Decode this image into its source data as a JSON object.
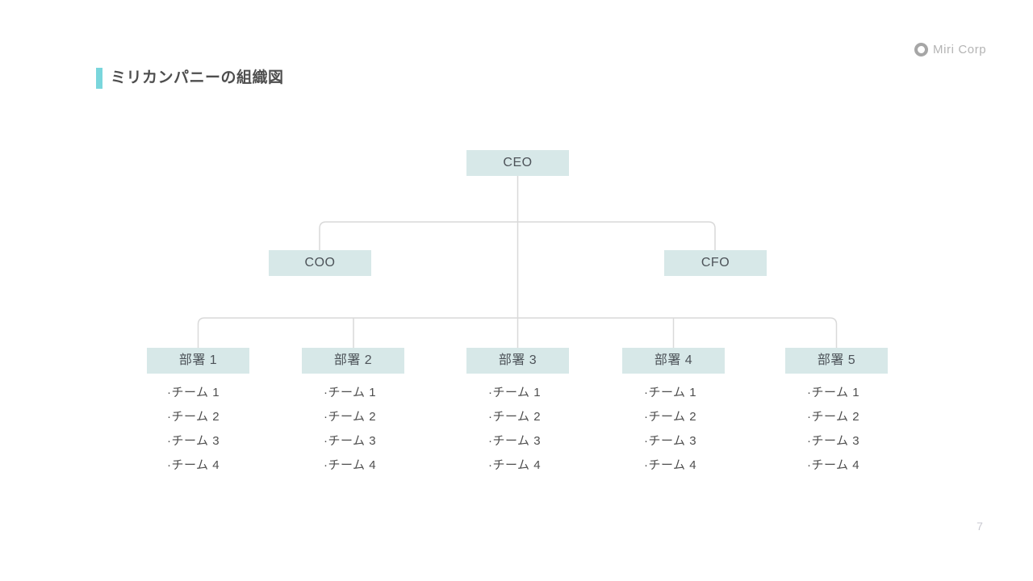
{
  "brand": {
    "name": "Miri Corp",
    "logo_icon": "ring-circle-icon"
  },
  "slide": {
    "title": "ミリカンパニーの組織図",
    "page_number": "7",
    "accent_color": "#7ad6dc"
  },
  "org_chart": {
    "type": "org-tree",
    "root": {
      "label": "CEO"
    },
    "executives": [
      {
        "label": "COO"
      },
      {
        "label": "CFO"
      }
    ],
    "departments": [
      {
        "label": "部署 1",
        "teams": [
          "·チーム 1",
          "·チーム 2",
          "·チーム 3",
          "·チーム 4"
        ]
      },
      {
        "label": "部署 2",
        "teams": [
          "·チーム 1",
          "·チーム 2",
          "·チーム 3",
          "·チーム 4"
        ]
      },
      {
        "label": "部署 3",
        "teams": [
          "·チーム 1",
          "·チーム 2",
          "·チーム 3",
          "·チーム 4"
        ]
      },
      {
        "label": "部署 4",
        "teams": [
          "·チーム 1",
          "·チーム 2",
          "·チーム 3",
          "·チーム 4"
        ]
      },
      {
        "label": "部署 5",
        "teams": [
          "·チーム 1",
          "·チーム 2",
          "·チーム 3",
          "·チーム 4"
        ]
      }
    ],
    "colors": {
      "box_fill": "#d7e8e8",
      "connector": "#d9d9d9"
    }
  }
}
